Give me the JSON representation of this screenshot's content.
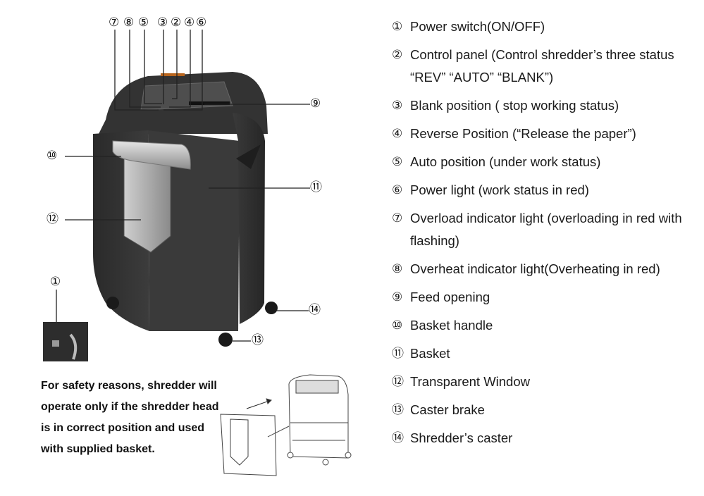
{
  "diagram": {
    "callouts": {
      "top_row": [
        "⑦",
        "⑧",
        "⑤",
        "③",
        "②",
        "④",
        "⑥"
      ],
      "feed_opening": "⑨",
      "basket_handle": "⑩",
      "basket": "⑪",
      "transparent_window": "⑫",
      "caster_brake": "⑬",
      "shredder_caster": "⑭",
      "power_switch": "①"
    }
  },
  "legend": {
    "items": [
      {
        "num": "①",
        "text": "Power switch(ON/OFF)"
      },
      {
        "num": "②",
        "text": "Control panel (Control shredder’s three status “REV” “AUTO” “BLANK”)"
      },
      {
        "num": "③",
        "text": "Blank position ( stop working status)"
      },
      {
        "num": "④",
        "text": "Reverse Position (“Release the paper”)"
      },
      {
        "num": "⑤",
        "text": "Auto position (under work status)"
      },
      {
        "num": "⑥",
        "text": "Power light (work status in red)"
      },
      {
        "num": "⑦",
        "text": "Overload indicator light (overloading in red with flashing)"
      },
      {
        "num": "⑧",
        "text": "Overheat indicator light(Overheating in red)"
      },
      {
        "num": "⑨",
        "text": "Feed opening"
      },
      {
        "num": "⑩",
        "text": "Basket handle"
      },
      {
        "num": "⑪",
        "text": "Basket"
      },
      {
        "num": "⑫",
        "text": "Transparent Window"
      },
      {
        "num": "⑬",
        "text": "Caster brake"
      },
      {
        "num": "⑭",
        "text": "Shredder’s caster"
      }
    ]
  },
  "safety_note": "For safety reasons, shredder will operate only if the shredder head is in correct position and used with supplied basket."
}
